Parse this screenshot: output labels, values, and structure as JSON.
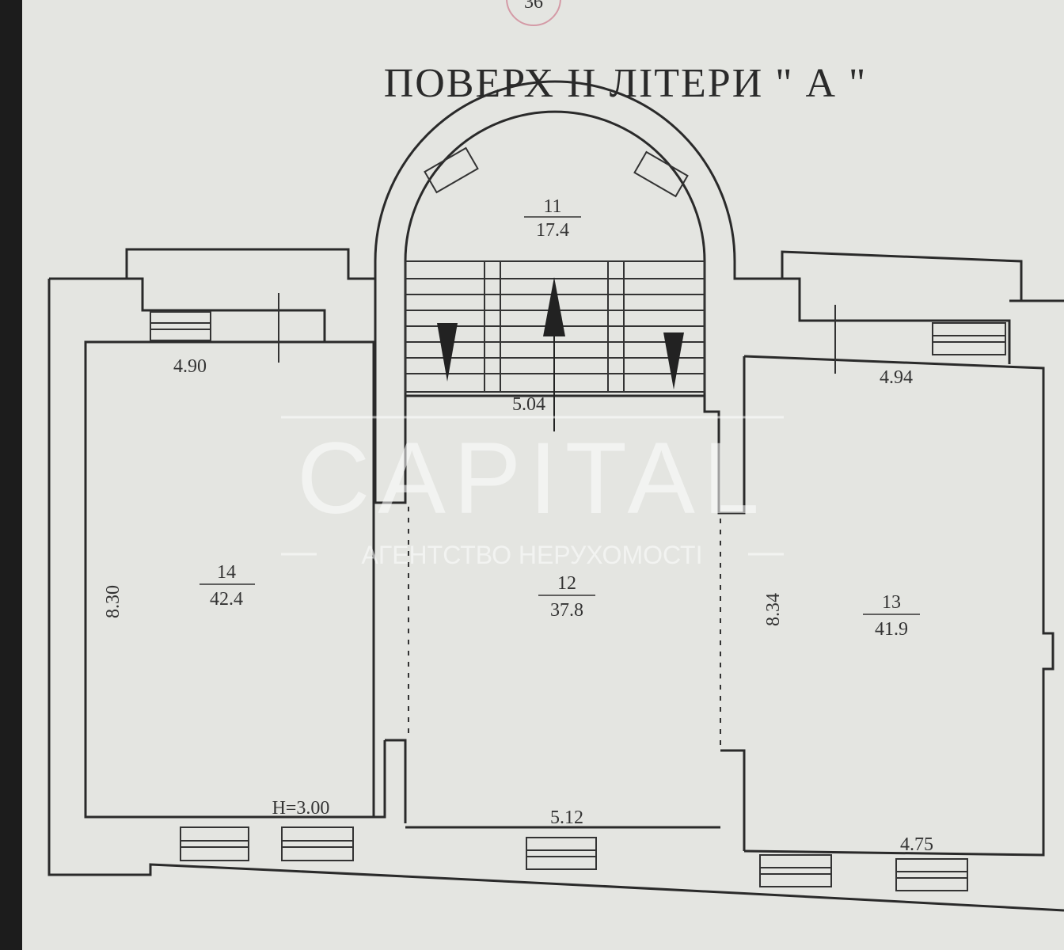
{
  "page_number": "36",
  "title": "ПОВЕРХ II  ЛІТЕРИ \" А \"",
  "rooms": [
    {
      "number": "11",
      "area": "17.4"
    },
    {
      "number": "14",
      "area": "42.4"
    },
    {
      "number": "12",
      "area": "37.8"
    },
    {
      "number": "13",
      "area": "41.9"
    }
  ],
  "dimensions": {
    "room14_width_top": "4.90",
    "room14_height": "8.30",
    "ceiling_height": "Н=3.00",
    "room12_width_top": "5.04",
    "room12_width_bottom": "5.12",
    "room13_width_top": "4.94",
    "room13_height": "8.34",
    "room13_width_bottom": "4.75"
  },
  "watermark": {
    "brand": "CAPITAL",
    "tagline": "АГЕНТСТВО НЕРУХОМОСТІ"
  }
}
